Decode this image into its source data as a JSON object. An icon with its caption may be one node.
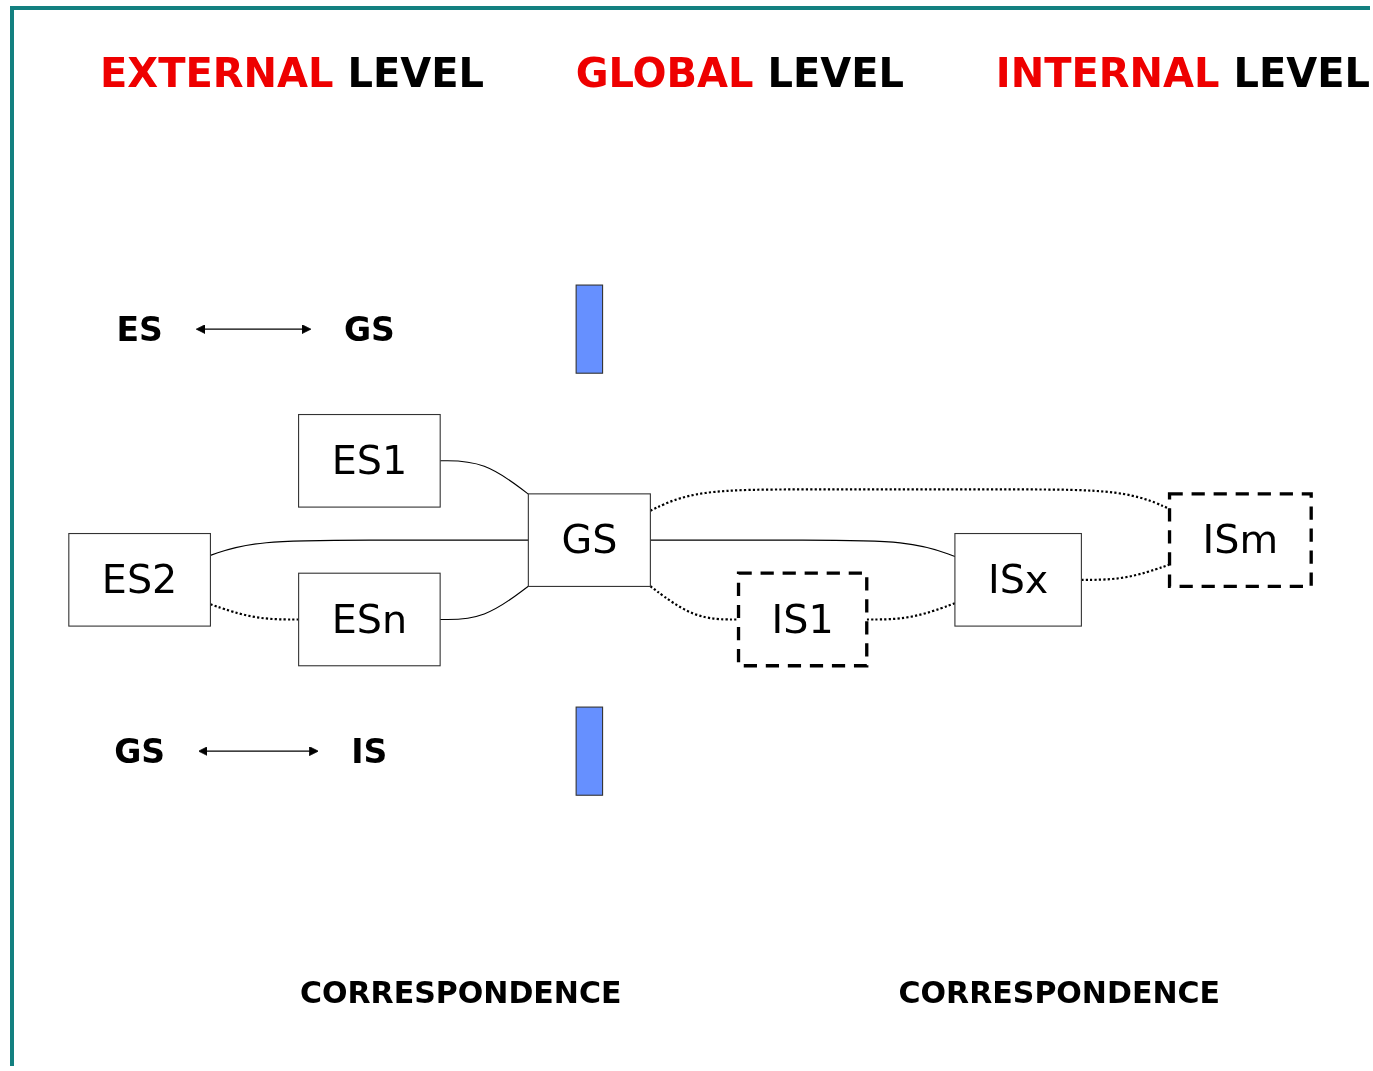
{
  "diagram": {
    "nodes": [
      {
        "text": [
          "ES1"
        ]
      },
      {
        "text": [
          "ES2"
        ]
      },
      {
        "text": [
          "ESn"
        ]
      },
      {
        "text": [],
        "shape": "bar"
      },
      {
        "text": [
          "GS"
        ]
      },
      {
        "text": [],
        "shape": "bar"
      },
      {
        "text": [
          "IS1"
        ]
      },
      {
        "text": [
          "ISx"
        ]
      },
      {
        "text": [
          "ISm"
        ]
      },
      {
        "text": [
          "ES"
        ]
      },
      {
        "text": [
          "GS"
        ]
      },
      {
        "text": [
          "GS"
        ]
      },
      {
        "text": [
          "IS"
        ]
      }
    ],
    "edges": [
      {
        "from": 0,
        "to": 4,
        "arrow": "none"
      },
      {
        "from": 1,
        "to": 4,
        "arrow": "none"
      },
      {
        "from": 2,
        "to": 4,
        "arrow": "none"
      },
      {
        "from": 1,
        "to": 2,
        "arrow": "none",
        "style": "dashed"
      },
      {
        "from": 4,
        "to": 6,
        "arrow": "none",
        "style": "dashed"
      },
      {
        "from": 4,
        "to": 7,
        "arrow": "none"
      },
      {
        "from": 4,
        "to": 8,
        "arrow": "none",
        "style": "dashed"
      },
      {
        "from": 6,
        "to": 7,
        "arrow": "none",
        "style": "dashed"
      },
      {
        "from": 7,
        "to": 8,
        "arrow": "none",
        "style": "dashed"
      },
      {
        "from": 9,
        "to": 10,
        "arrow": "both"
      },
      {
        "from": 11,
        "to": 12,
        "arrow": "both"
      }
    ],
    "labels": [
      "EXTERNAL LEVEL",
      "GLOBAL LEVEL",
      "INTERNAL LEVEL",
      "CORRESPONDENCE",
      "CORRESPONDENCE"
    ]
  }
}
